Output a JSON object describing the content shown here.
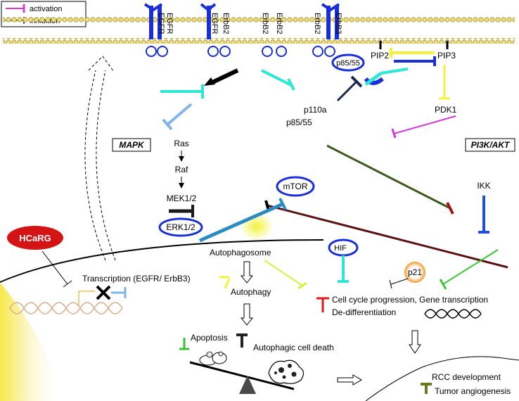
{
  "legend": {
    "activation": "activation",
    "inhibition": "inhibition"
  },
  "receptors": [
    "EGFR",
    "EGFR",
    "EGFR",
    "ErbB2",
    "ErbB2",
    "ErbB2",
    "ErbB2",
    "ErbB3"
  ],
  "pi3k": {
    "p85_complex": "p85/55",
    "p110a": "p110a",
    "p85_55": "p85/55",
    "pip2": "PIP2",
    "pip3": "PIP3",
    "pdk1": "PDK1",
    "title": "PI3K/AKT"
  },
  "mapk": {
    "title": "MAPK",
    "ras": "Ras",
    "raf": "Raf",
    "mek": "MEK1/2",
    "erk": "ERK1/2"
  },
  "core": {
    "mtor": "mTOR",
    "hif_partial": "HIF",
    "ikk": "IKK",
    "p21": "p21"
  },
  "nucleus": {
    "hcarg": "HCaRG",
    "transcription": "Transcription (EGFR/ ErbB3)"
  },
  "outcomes": {
    "autophagosome": "Autophagosome",
    "autophagy": "Autophagy",
    "apoptosis": "Apoptosis",
    "autophagic_death": "Autophagic cell death",
    "cell_cycle": "Cell cycle progression, Gene transcription",
    "dedifferentiation": "De-differentiation",
    "rcc": "RCC development",
    "angiogenesis": "Tumor angiogenesis"
  },
  "colors": {
    "receptor": "#1a2fd6",
    "membrane": "#e8d36a",
    "cyan": "#2ee6d6",
    "light_blue": "#7fb6ea",
    "yellow": "#f2f23a",
    "magenta": "#d63ad6",
    "dark_green": "#3b5a1e",
    "dark_red": "#5a1010",
    "blue_inhib": "#1f4fd6",
    "steel_blue": "#2a8ac4",
    "green": "#3ac43a",
    "lime": "#d6f23a",
    "red": "#e01818",
    "hcarg_fill": "#d41414",
    "olive": "#6b7a1e"
  }
}
